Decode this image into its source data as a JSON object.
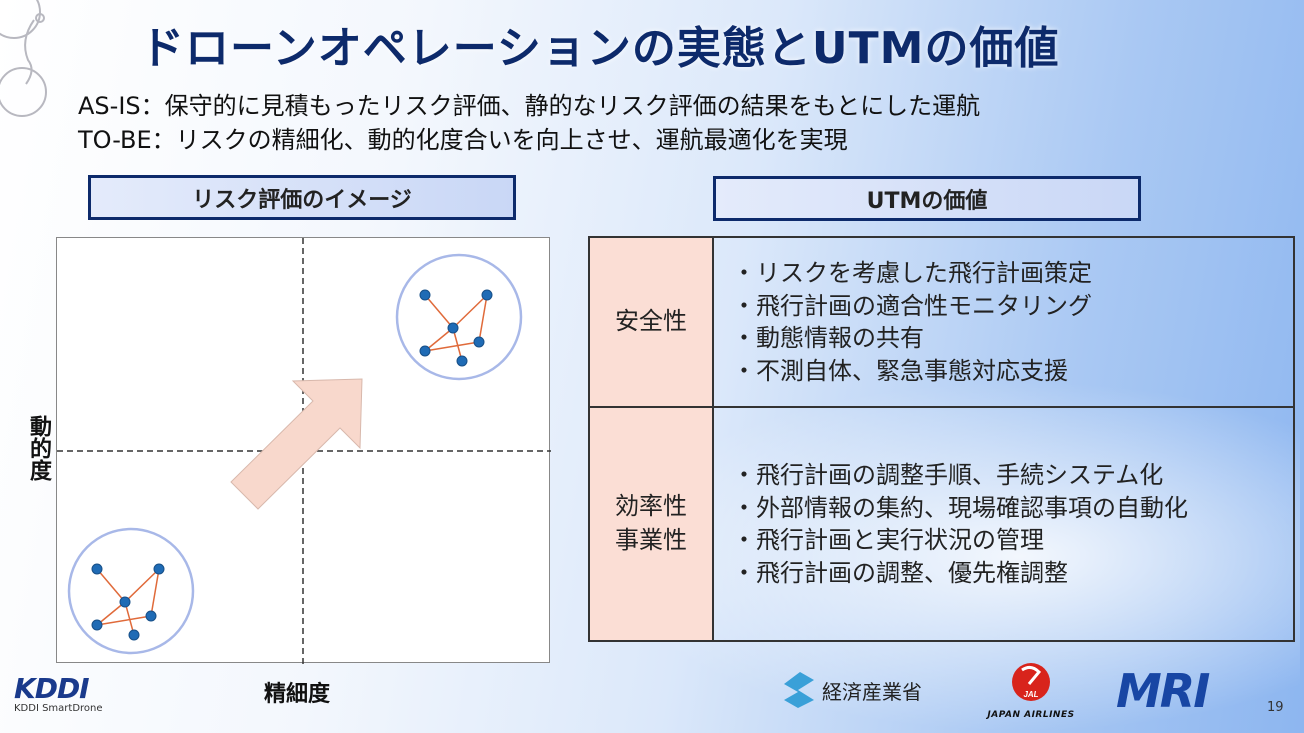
{
  "slide": {
    "title": "ドローンオペレーションの実態とUTMの価値",
    "subtitle_as_is": "AS-IS：保守的に見積もったリスク評価、静的なリスク評価の結果をもとにした運航",
    "subtitle_to_be": "TO-BE：リスクの精細化、動的化度合いを向上させ、運航最適化を実現",
    "page_number": "19"
  },
  "left_panel": {
    "header": "リスク評価のイメージ",
    "y_axis_label": "動的度",
    "x_axis_label": "精細度",
    "arrow_color": "#f8d8cc",
    "node_color": "#1f6bb5",
    "edge_color": "#e06a3a",
    "circle_color": "#a8b8e8"
  },
  "right_panel": {
    "header": "UTMの価値",
    "rows": [
      {
        "category": "安全性",
        "items": [
          "リスクを考慮した飛行計画策定",
          "飛行計画の適合性モニタリング",
          "動態情報の共有",
          "不測自体、緊急事態対応支援"
        ]
      },
      {
        "category_line1": "効率性",
        "category_line2": "事業性",
        "items": [
          "飛行計画の調整手順、手続システム化",
          "外部情報の集約、現場確認事項の自動化",
          "飛行計画と実行状況の管理",
          "飛行計画の調整、優先権調整"
        ]
      }
    ]
  },
  "footer": {
    "kddi_logo": "KDDI",
    "kddi_sub": "KDDI SmartDrone",
    "meti_label": "経済産業省",
    "jal_badge": "JAL",
    "jal_text": "JAPAN AIRLINES",
    "mri_logo": "MRI"
  }
}
